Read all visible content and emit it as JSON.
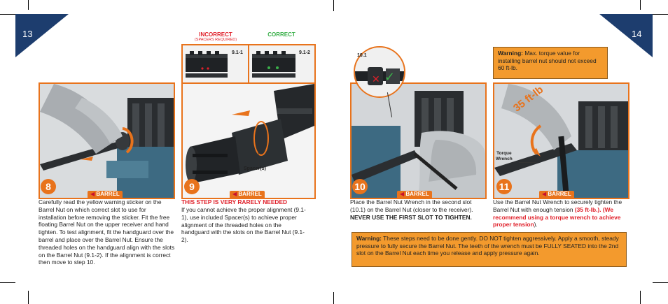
{
  "page_left": {
    "number": "13"
  },
  "page_right": {
    "number": "14"
  },
  "colors": {
    "accent": "#e8731c",
    "navy": "#1d3d6e",
    "warning_bg": "#f39a2d",
    "red": "#e0202a",
    "green": "#3ab04a"
  },
  "compare": {
    "incorrect_label": "INCORRECT",
    "incorrect_sub": "(SPACERS REQUIRED)",
    "correct_label": "CORRECT",
    "left_code": "9.1-1",
    "right_code": "9.1-2"
  },
  "steps": [
    {
      "number": "8",
      "tag": "BARREL",
      "text": "Carefully read the yellow warning sticker on the Barrel Nut on which correct slot to use for installation before removing the sticker. Fit the free floating Barrel Nut on the upper receiver and hand tighten. To test alignment, fit the handguard over the barrel and place over the Barrel Nut. Ensure the threaded holes on the handguard align with the slots on the Barrel Nut (9.1-2). If the alignment is correct then move to step 10."
    },
    {
      "number": "9",
      "tag": "BARREL",
      "label": "Spacer(s)",
      "heading": "THIS STEP IS VERY RARELY NEEDED",
      "text": "If you cannot achieve the proper alignment (9.1-1), use included Spacer(s) to achieve proper alignment of the threaded holes on the handguard with the slots on the Barrel Nut (9.1-2)."
    },
    {
      "number": "10",
      "tag": "BARREL",
      "callout": "10.1",
      "text": "Place the Barrel Nut Wrench in the second slot (10.1) on the Barrel Nut (closer to the receiver).",
      "bold": "NEVER USE THE FIRST SLOT TO TIGHTEN."
    },
    {
      "number": "11",
      "tag": "BARREL",
      "torque_label": "35 ft-lb",
      "wrench_label_1": "Torque",
      "wrench_label_2": "Wrench",
      "text_a": "Use the Barrel Nut Wrench to securely tighten the Barrel Nut with enough tension",
      "red_a": "(35 ft-lb.).",
      "red_b": "(We recommend using a torque wrench to achieve proper tension",
      "tail": ")."
    }
  ],
  "warning_top": {
    "label": "Warning:",
    "text": "Max. torque value for installing barrel nut should not exceed 60 ft-lb."
  },
  "warning_bottom": {
    "label": "Warning:",
    "text": "These steps need to be done gently. DO NOT tighten aggressively. Apply a smooth, steady pressure to fully secure the Barrel Nut. The teeth of the wrench must be FULLY SEATED into the 2nd slot on the Barrel Nut each time you release and apply pressure again."
  }
}
